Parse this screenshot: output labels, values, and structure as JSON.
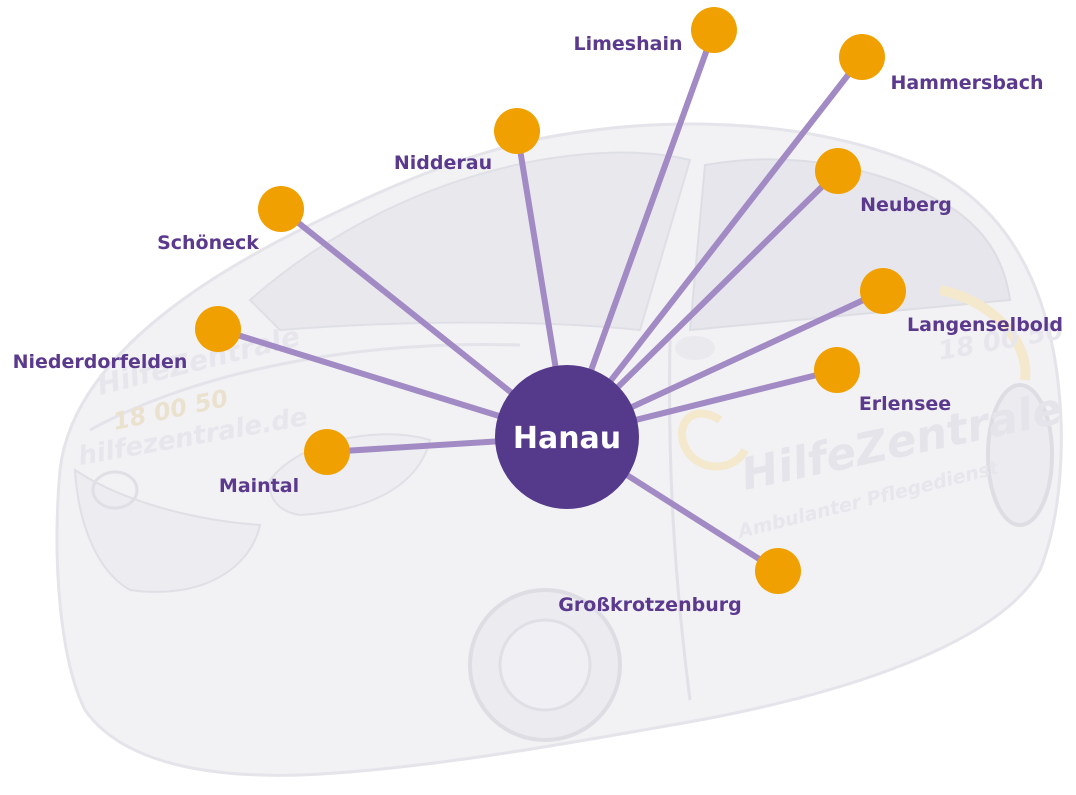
{
  "hub": {
    "label": "Hanau"
  },
  "car": {
    "brand": "HilfeZentrale",
    "tagline": "Ambulanter Pflegedienst",
    "number": "18 00 50",
    "web": "hilfezentrale.de"
  },
  "colors": {
    "hub": "#553a8c",
    "node": "#f0a000",
    "spoke": "#a28ac4",
    "label": "#5b3a8e",
    "car_watermark": "#e9e9ee"
  },
  "locations": [
    {
      "name": "Limeshain"
    },
    {
      "name": "Hammersbach"
    },
    {
      "name": "Nidderau"
    },
    {
      "name": "Neuberg"
    },
    {
      "name": "Schöneck"
    },
    {
      "name": "Langenselbold"
    },
    {
      "name": "Niederdorfelden"
    },
    {
      "name": "Erlensee"
    },
    {
      "name": "Maintal"
    },
    {
      "name": "Großkrotzenburg"
    }
  ]
}
